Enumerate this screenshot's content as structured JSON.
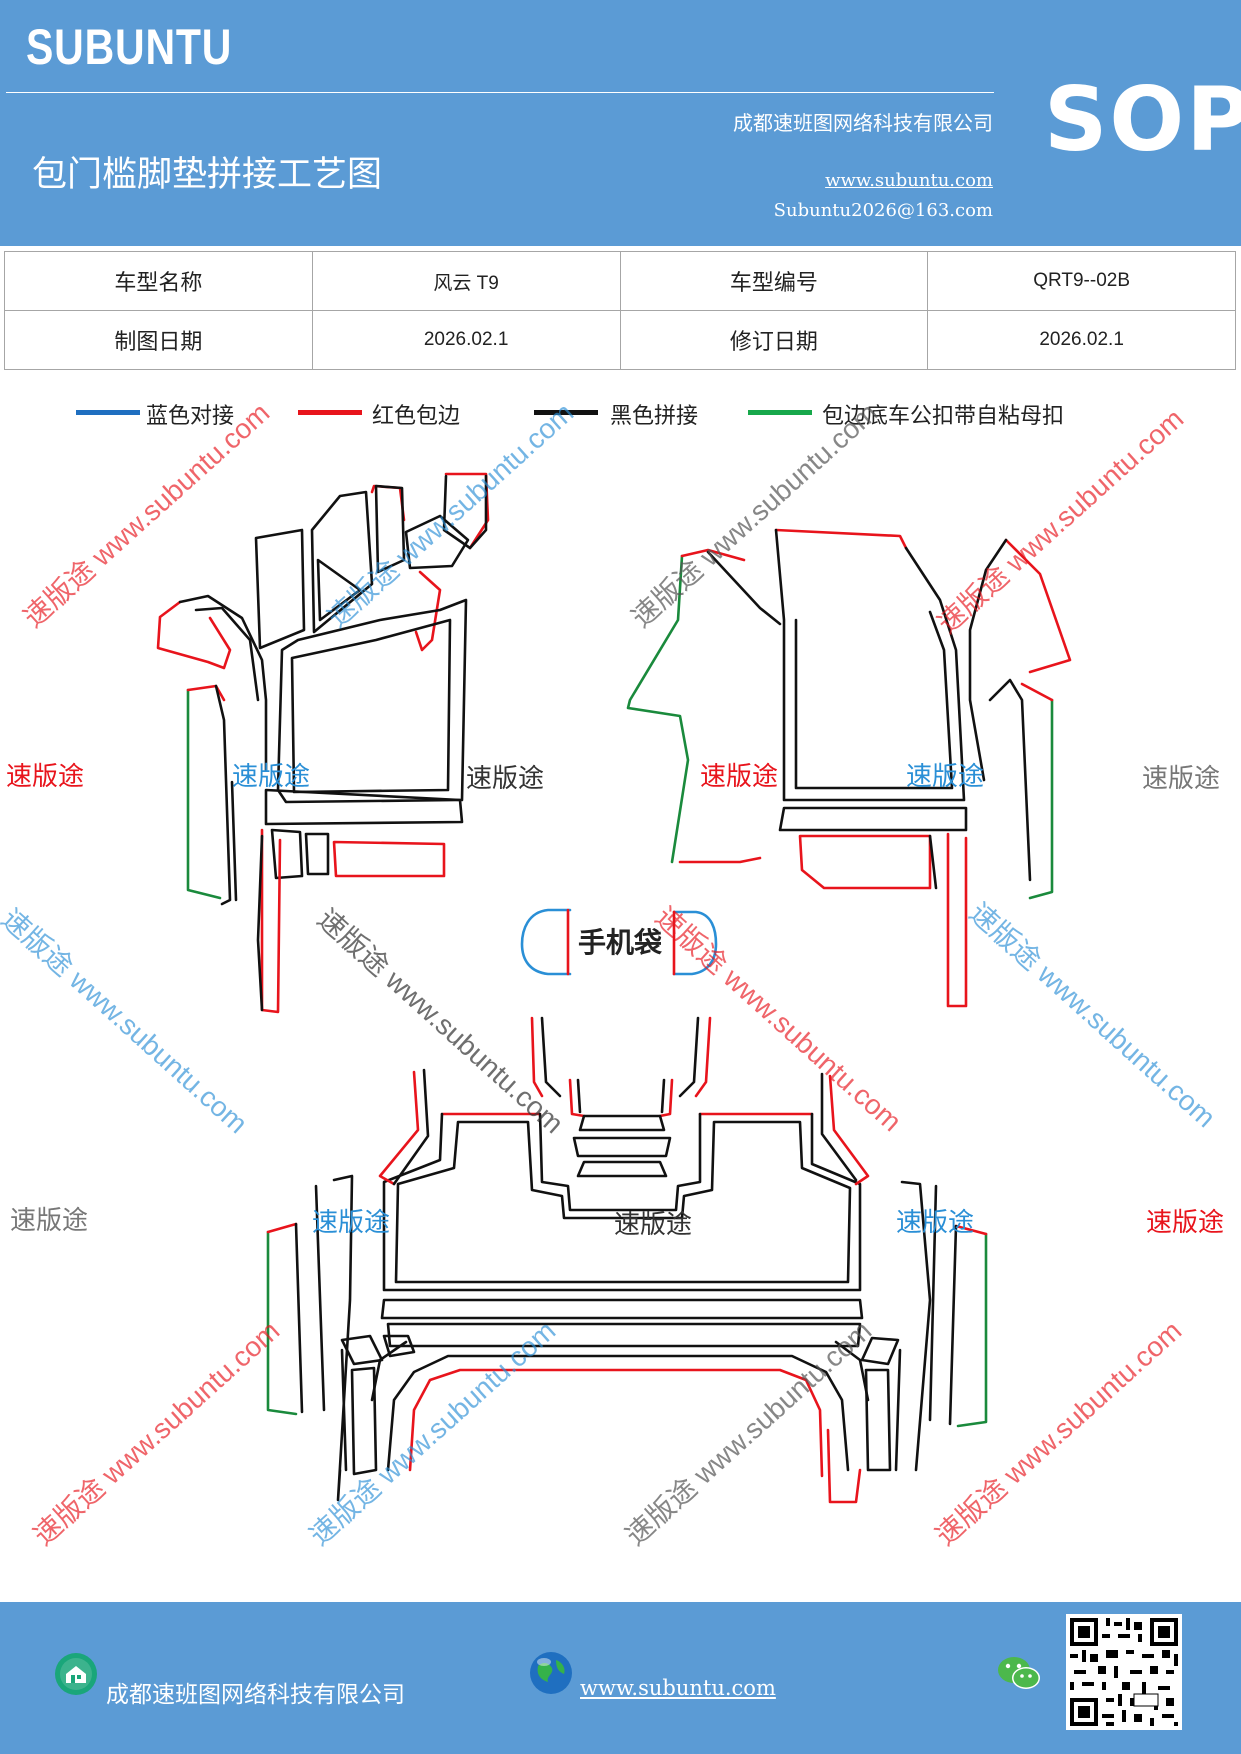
{
  "header": {
    "brand": "SUBUNTU",
    "title": "包门槛脚垫拼接工艺图",
    "company": "成都速班图网络科技有限公司",
    "website": "www.subuntu.com",
    "email": "Subuntu2026@163.com",
    "badge": "SOP"
  },
  "info_table": {
    "model_name_label": "车型名称",
    "model_name_value": "风云 T9",
    "model_code_label": "车型编号",
    "model_code_value": "QRT9--02B",
    "draw_date_label": "制图日期",
    "draw_date_value": "2026.02.1",
    "revise_date_label": "修订日期",
    "revise_date_value": "2026.02.1"
  },
  "legend": [
    {
      "label": "蓝色对接",
      "color": "#1f6fc0"
    },
    {
      "label": "红色包边",
      "color": "#e8141c"
    },
    {
      "label": "黑色拼接",
      "color": "#111111"
    },
    {
      "label": "包边底车公扣带自粘母扣",
      "color": "#17a84b"
    }
  ],
  "diagram": {
    "phone_pocket_label": "手机袋",
    "line_colors": {
      "black": "#111111",
      "red": "#e8141c",
      "green": "#1a8a3c",
      "blue": "#2a8fd6"
    }
  },
  "watermarks": {
    "brand_text": "速版途",
    "url_text": "www.subuntu.com",
    "diag_text": "速版途 www.subuntu.com"
  },
  "footer": {
    "company": "成都速班图网络科技有限公司",
    "website": "www.subuntu.com",
    "icons": [
      "company-icon",
      "globe-icon",
      "wechat-icon",
      "qr-code"
    ]
  }
}
